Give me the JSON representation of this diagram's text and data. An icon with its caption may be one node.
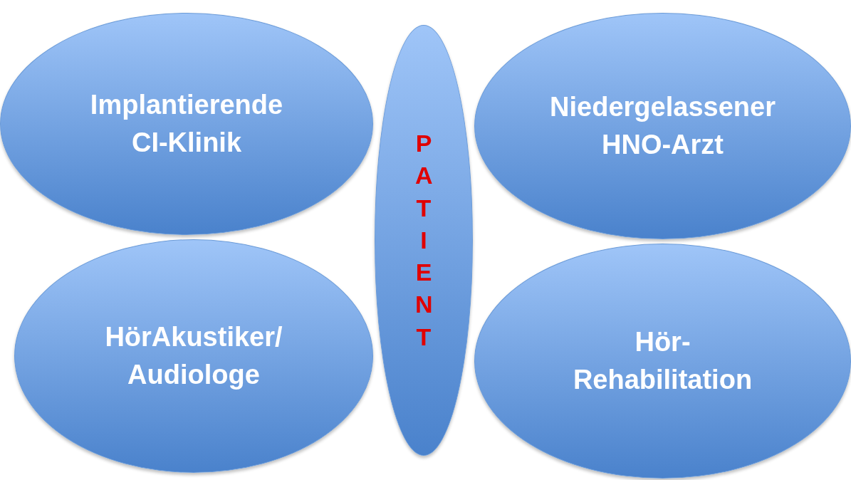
{
  "diagram": {
    "nodes": [
      {
        "text": [
          "Implantierende CI-Klinik"
        ]
      },
      {
        "text": [
          "PATIENT"
        ]
      },
      {
        "text": [
          "Niedergelassener HNO-Arzt"
        ]
      },
      {
        "text": [
          "HörAkustiker/ Audiologe"
        ]
      },
      {
        "text": [
          "Hör- Rehabilitation"
        ]
      }
    ]
  }
}
